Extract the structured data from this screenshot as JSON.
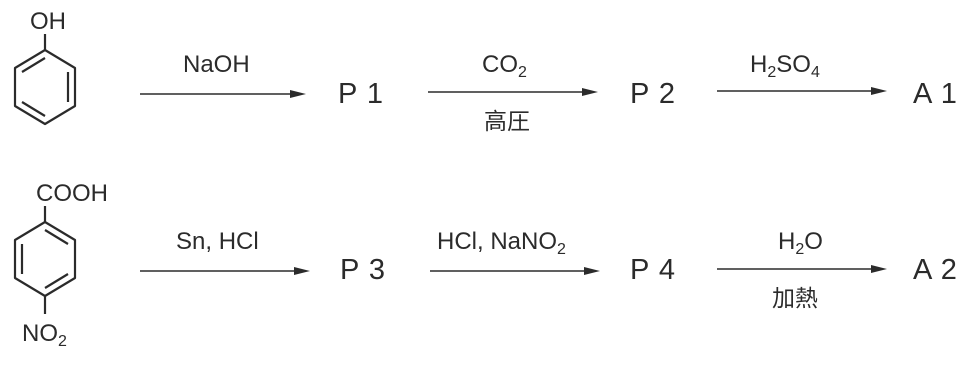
{
  "row1": {
    "start_substituent": "OH",
    "step1_reagent": "NaOH",
    "product1": "P 1",
    "step2_reagent_main": "CO",
    "step2_reagent_sub": "2",
    "step2_condition": "高圧",
    "product2": "P 2",
    "step3_reagent_a": "H",
    "step3_reagent_a_sub": "2",
    "step3_reagent_b": "SO",
    "step3_reagent_b_sub": "4",
    "product3": "A 1"
  },
  "row2": {
    "start_top_substituent": "COOH",
    "start_bottom_substituent_main": "NO",
    "start_bottom_substituent_sub": "2",
    "step1_reagent": "Sn, HCl",
    "product1": "P 3",
    "step2_reagent_main": "HCl, NaNO",
    "step2_reagent_sub": "2",
    "product2": "P 4",
    "step3_reagent_main": "H",
    "step3_reagent_sub": "2",
    "step3_reagent_end": "O",
    "step3_condition": "加熱",
    "product3": "A 2"
  }
}
